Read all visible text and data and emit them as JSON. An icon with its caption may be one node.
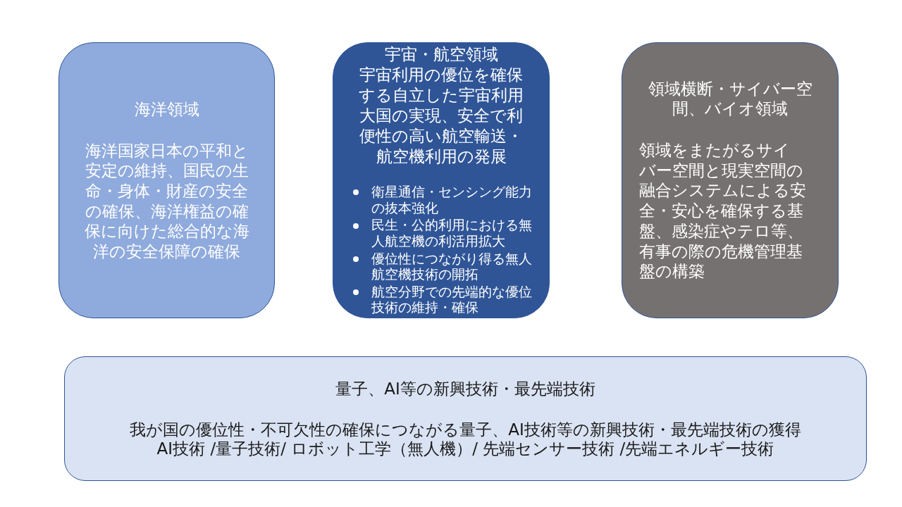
{
  "diagram": {
    "nodes": [
      {
        "text": [
          "海洋領域",
          "海洋国家日本の平和と安定の維持、国民の生命・身体・財産の安全の確保、海洋権益の確保に向けた総合的な海洋の安全保障の確保"
        ]
      },
      {
        "text": [
          "宇宙・航空領域",
          "宇宙利用の優位を確保する自立した宇宙利用大国の実現、安全で利便性の高い航空輸送・航空機利用の発展",
          "衛星通信・センシング能力の抜本強化",
          "民生・公的利用における無人航空機の利活用拡大",
          "優位性につながり得る無人航空機技術の開拓",
          "航空分野での先端的な優位技術の維持・確保"
        ]
      },
      {
        "text": [
          "領域横断・サイバー空間、バイオ領域",
          "領域をまたがるサイバー空間と現実空間の融合システムによる安全・安心を確保する基盤、感染症やテロ等、有事の際の危機管理基盤の構築"
        ]
      },
      {
        "text": [
          "量子、AI等の新興技術・最先端技術",
          "我が国の優位性・不可欠性の確保につながる量子、AI技術等の新興技術・最先端技術の獲得",
          "AI技術 /量子技術/ ロボット工学（無人機）/ 先端センサー技術 /先端エネルギー技術"
        ]
      }
    ]
  }
}
